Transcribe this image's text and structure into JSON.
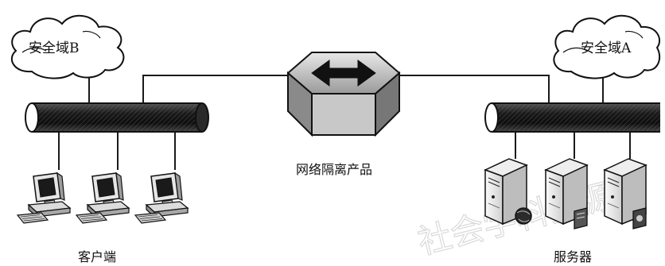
{
  "diagram": {
    "zone_b_label": "安全域B",
    "zone_a_label": "安全域A",
    "isolation_product_label": "网络隔离产品",
    "client_label": "客户端",
    "server_label": "服务器",
    "watermark_text": "社会学科资源"
  },
  "colors": {
    "line": "#1a1a1a",
    "bus_dark": "#1c1c1c",
    "device_fill": "#f2f2f2"
  },
  "icons": {
    "cloud": "cloud-icon",
    "bus": "network-bus-icon",
    "isolation": "bidirectional-arrow-gateway-icon",
    "client": "desktop-computer-icon",
    "server": "server-tower-icon"
  }
}
